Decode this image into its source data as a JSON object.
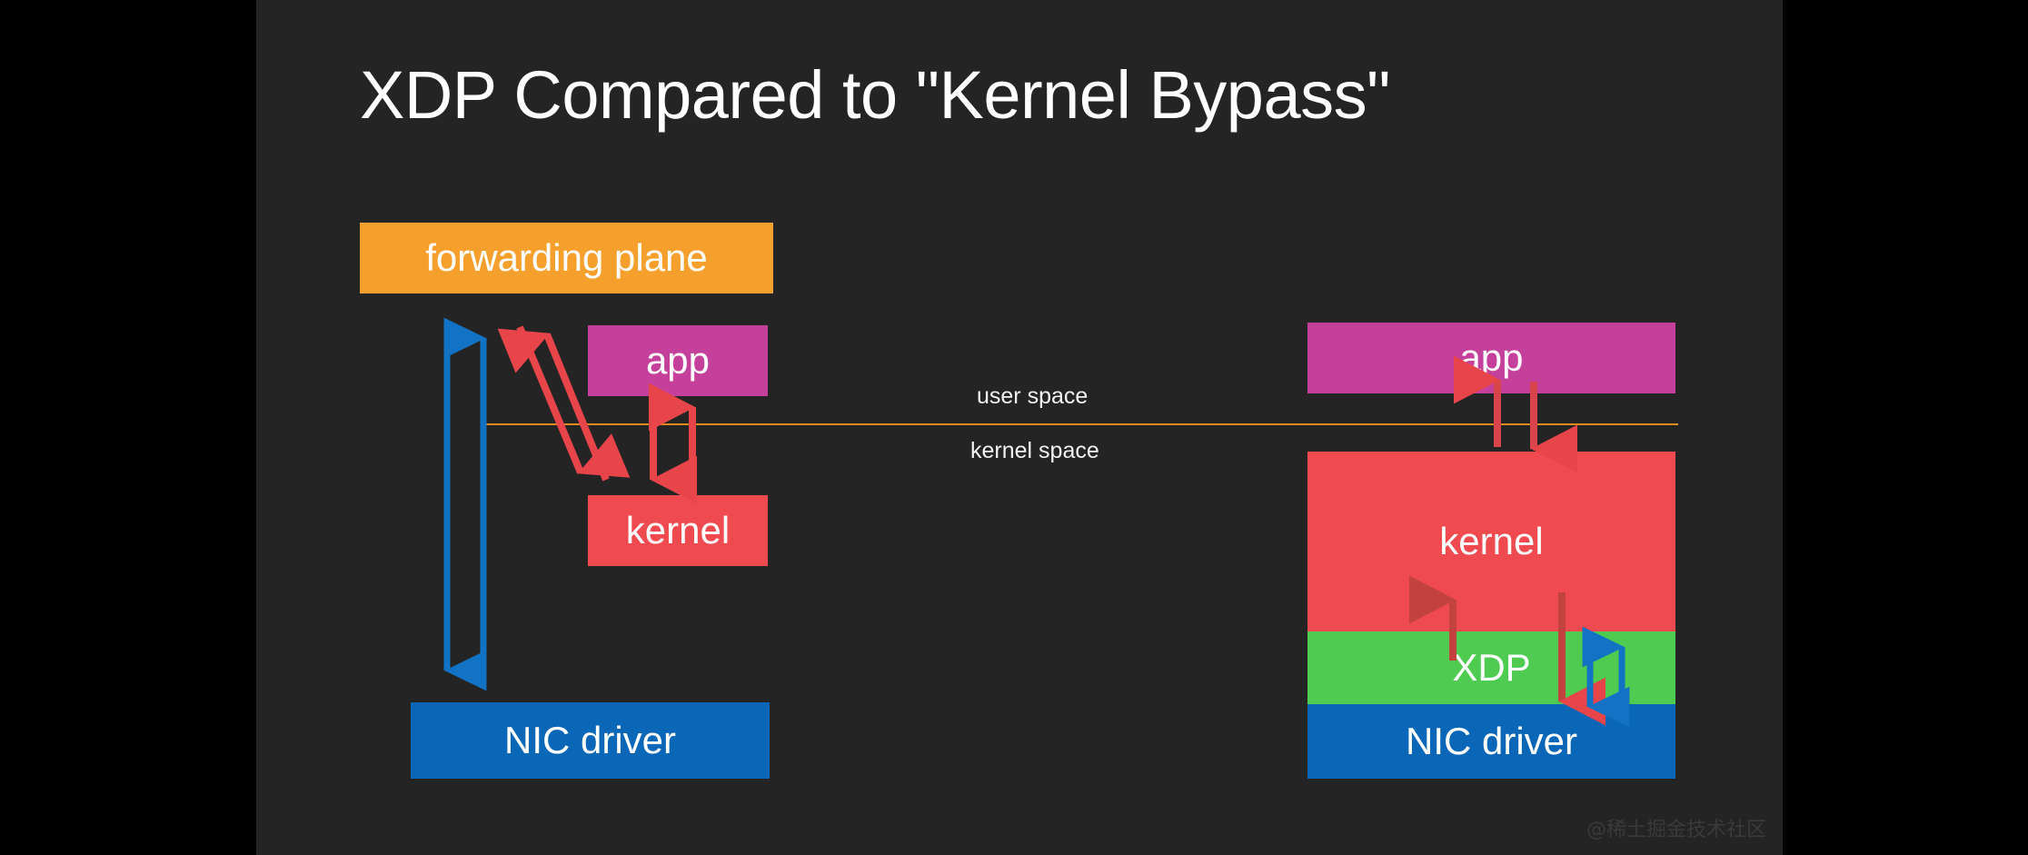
{
  "slide": {
    "title": "XDP Compared to \"Kernel Bypass\"",
    "background_color": "#242424",
    "letterbox_color": "#000000",
    "watermark": "@稀土掘金技术社区"
  },
  "divider": {
    "user_space_label": "user space",
    "kernel_space_label": "kernel space",
    "line_color": "#E08B1E"
  },
  "colors": {
    "orange": "#F5A02C",
    "magenta": "#C4409B",
    "red": "#EE4A4F",
    "green": "#4ECB50",
    "blue": "#0A67B8",
    "arrow_red": "#E8454B",
    "arrow_blue": "#1273C4",
    "text": "#FFFFFF"
  },
  "left_diagram": {
    "name": "kernel bypass",
    "boxes": [
      {
        "id": "forwarding-plane",
        "label": "forwarding plane",
        "color": "#F5A02C"
      },
      {
        "id": "app",
        "label": "app",
        "color": "#C4409B"
      },
      {
        "id": "kernel",
        "label": "kernel",
        "color": "#EE4A4F"
      },
      {
        "id": "nic-driver",
        "label": "NIC driver",
        "color": "#0A67B8"
      }
    ],
    "arrows": [
      {
        "id": "bypass-down",
        "color": "#1273C4",
        "direction": "down",
        "from": "forwarding plane",
        "to": "NIC driver"
      },
      {
        "id": "bypass-up",
        "color": "#1273C4",
        "direction": "up",
        "from": "NIC driver",
        "to": "forwarding plane"
      },
      {
        "id": "syscall-down",
        "color": "#E8454B",
        "direction": "down",
        "from": "app",
        "to": "kernel"
      },
      {
        "id": "syscall-up",
        "color": "#E8454B",
        "direction": "up",
        "from": "kernel",
        "to": "app"
      },
      {
        "id": "diag-down",
        "color": "#E8454B",
        "direction": "down-diagonal",
        "from": "forwarding plane",
        "to": "kernel"
      },
      {
        "id": "diag-up",
        "color": "#E8454B",
        "direction": "up-diagonal",
        "from": "kernel",
        "to": "forwarding plane"
      }
    ]
  },
  "right_diagram": {
    "name": "XDP",
    "boxes": [
      {
        "id": "app",
        "label": "app",
        "color": "#C4409B"
      },
      {
        "id": "kernel",
        "label": "kernel",
        "color": "#EE4A4F"
      },
      {
        "id": "xdp",
        "label": "XDP",
        "color": "#4ECB50"
      },
      {
        "id": "nic-driver",
        "label": "NIC driver",
        "color": "#0A67B8"
      }
    ],
    "arrows": [
      {
        "id": "app-up",
        "color": "#E8454B",
        "direction": "up",
        "from": "kernel",
        "to": "app"
      },
      {
        "id": "app-down",
        "color": "#E8454B",
        "direction": "down",
        "from": "app",
        "to": "kernel"
      },
      {
        "id": "xdp-up",
        "color": "#E8454B",
        "direction": "up",
        "from": "XDP",
        "to": "kernel"
      },
      {
        "id": "kernel-down",
        "color": "#E8454B",
        "direction": "down",
        "from": "kernel",
        "to": "NIC driver"
      },
      {
        "id": "nic-down",
        "color": "#1273C4",
        "direction": "down",
        "from": "XDP",
        "to": "NIC driver"
      },
      {
        "id": "nic-up",
        "color": "#1273C4",
        "direction": "up",
        "from": "NIC driver",
        "to": "XDP"
      }
    ]
  }
}
